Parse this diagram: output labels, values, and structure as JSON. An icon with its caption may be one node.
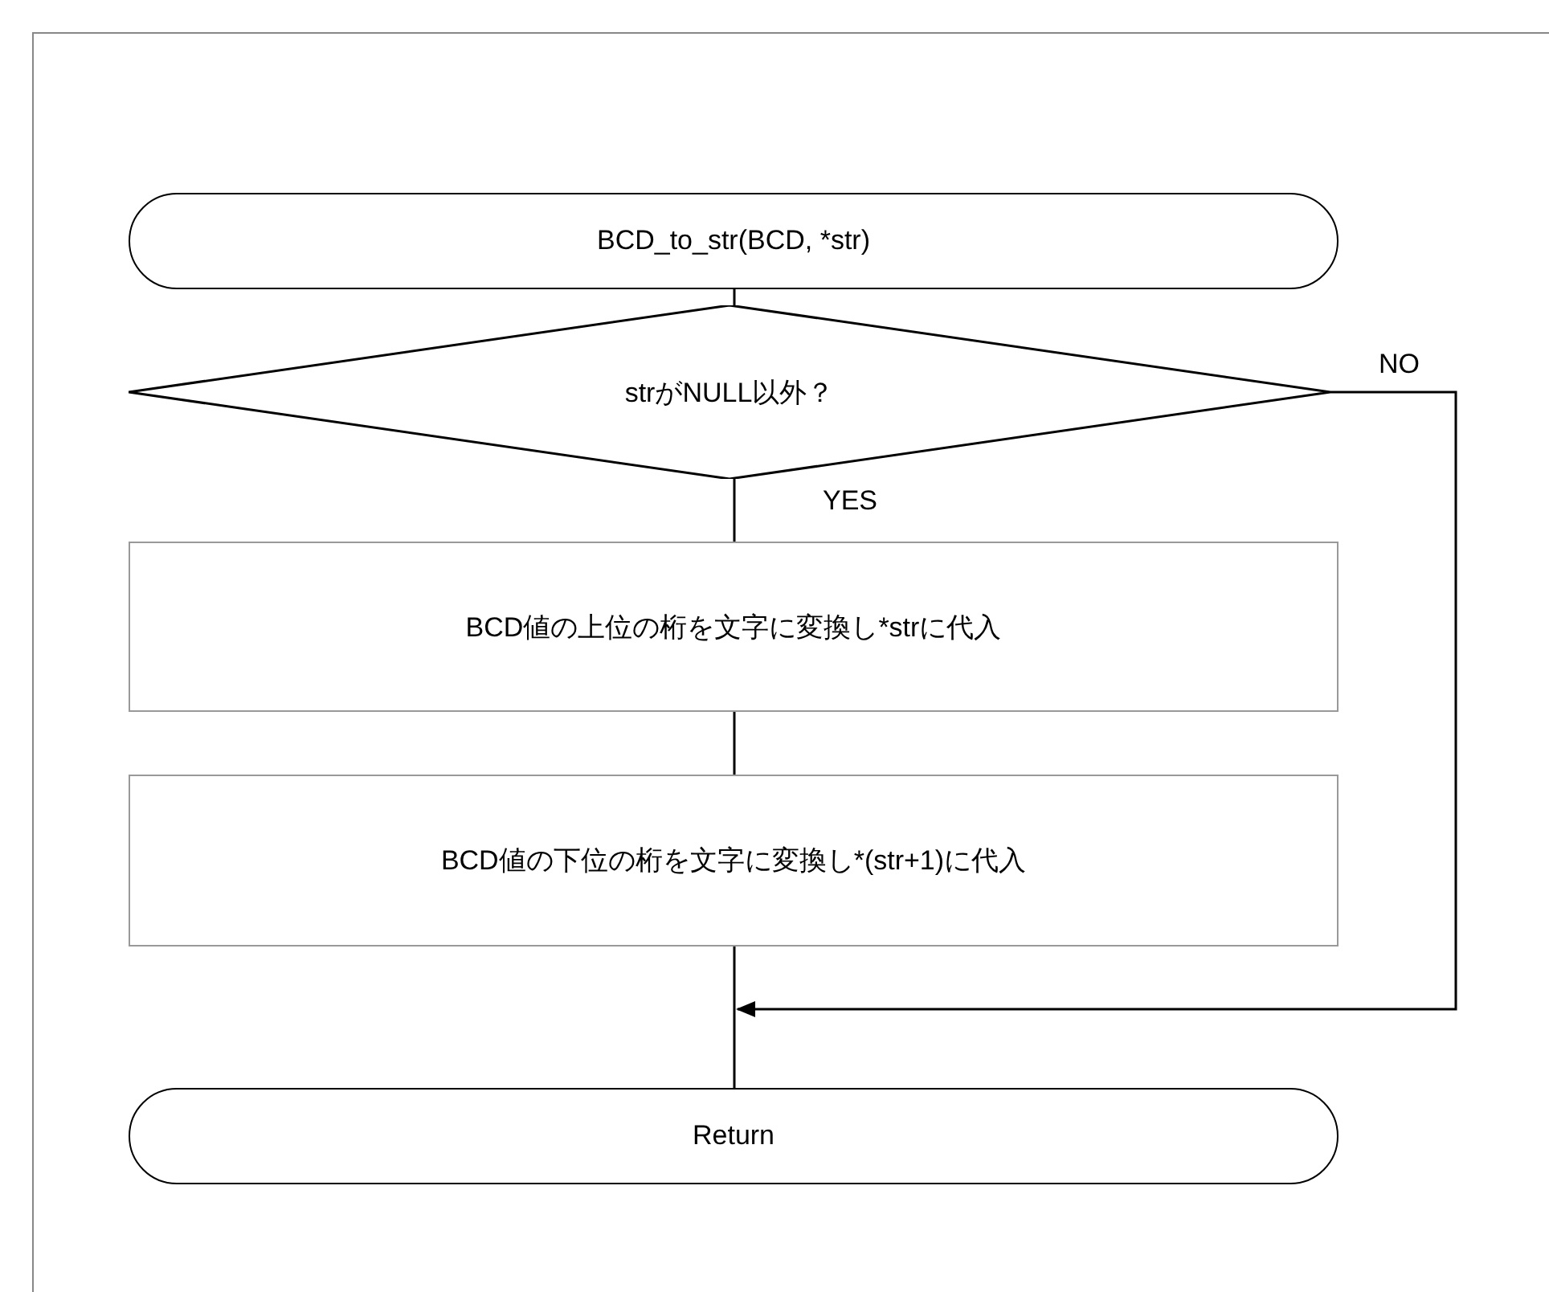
{
  "diagram": {
    "nodes": [
      {
        "text": [
          "BCD_to_str(BCD, *str)"
        ]
      },
      {
        "text": [
          "strがNULL以外？"
        ]
      },
      {
        "text": [
          "BCD値の上位の桁を文字に変換し*strに代入"
        ]
      },
      {
        "text": [
          "BCD値の下位の桁を文字に変換し*(str+1)に代入"
        ]
      },
      {
        "text": [
          "Return"
        ]
      }
    ],
    "edges": [
      {
        "from": 0,
        "to": 1,
        "arrow": "none"
      },
      {
        "from": 1,
        "to": 2,
        "arrow": "none",
        "label": "YES"
      },
      {
        "from": 2,
        "to": 3,
        "arrow": "none"
      },
      {
        "from": 3,
        "to": 4,
        "arrow": "none"
      },
      {
        "from": 1,
        "to": null,
        "arrow": "to",
        "label": "NO"
      }
    ]
  }
}
